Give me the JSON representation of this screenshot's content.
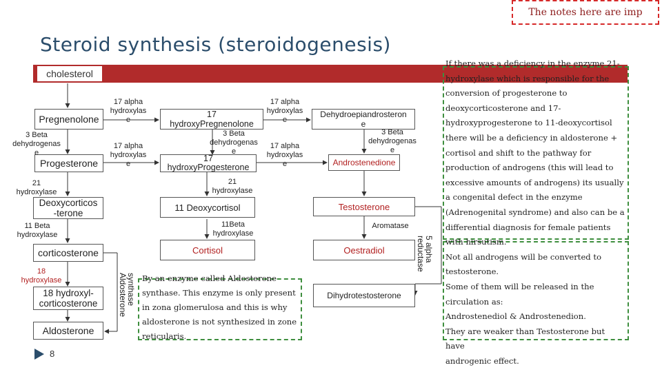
{
  "top_note": "The notes here are imp",
  "title": "Steroid synthesis (steroidogenesis)",
  "cholesterol": "cholesterol",
  "nodes": {
    "pregnenolone": "Pregnenolone",
    "progesterone": "Progesterone",
    "deoxycorticosterone_line1": "Deoxycorticos",
    "deoxycorticosterone_line2": "-terone",
    "corticosterone": "corticosterone",
    "hydroxycorticosterone_line1": "18 hydroxyl-",
    "hydroxycorticosterone_line2": "corticosterone",
    "aldosterone": "Aldosterone",
    "hydroxypregnenolone_line1": "17",
    "hydroxypregnenolone_line2": "hydroxyPregnenolone",
    "hydroxyprogesterone_line1": "17",
    "hydroxyprogesterone_line2": "hydroxyProgesterone",
    "deoxycortisol": "11 Deoxycortisol",
    "cortisol": "Cortisol",
    "dhea_line1": "Dehydroepiandrosteron",
    "dhea_line2": "e",
    "androstenedione": "Androstenedione",
    "testosterone": "Testosterone",
    "oestradiol": "Oestradiol",
    "dihydrotestosterone": "Dihydrotestosterone"
  },
  "enzymes": {
    "alpha17_a_l1": "17 alpha",
    "alpha17_a_l2": "hydroxylas",
    "alpha17_a_l3": "e",
    "beta3_a_l1": "3 Beta",
    "beta3_a_l2": "dehydrogenas",
    "beta3_a_l3": "e",
    "alpha17_b_l1": "17 alpha",
    "alpha17_b_l2": "hydroxylas",
    "alpha17_b_l3": "e",
    "h21_a_l1": "21",
    "h21_a_l2": "hydroxylase",
    "beta11_a_l1": "11 Beta",
    "beta11_a_l2": "hydroxylase",
    "h18_l1": "18",
    "h18_l2": "hydroxylase",
    "aldo_synthase_l1": "Aldosterone",
    "aldo_synthase_l2": "synthase",
    "alpha17_c_l1": "17 alpha",
    "alpha17_c_l2": "hydroxylas",
    "alpha17_c_l3": "e",
    "beta3_b_l1": "3 Beta",
    "beta3_b_l2": "dehydrogenas",
    "beta3_b_l3": "e",
    "alpha17_d_l1": "17 alpha",
    "alpha17_d_l2": "hydroxylas",
    "alpha17_d_l3": "e",
    "h21_b_l1": "21",
    "h21_b_l2": "hydroxylase",
    "beta11_b_l1": "11Beta",
    "beta11_b_l2": "hydroxylase",
    "beta3_c_l1": "3 Beta",
    "beta3_c_l2": "dehydrogenas",
    "beta3_c_l3": "e",
    "aromatase": "Aromatase",
    "reductase_l1": "5 alpha",
    "reductase_l2": "reductase"
  },
  "aldosterone_note_lines": [
    "By an enzyme called Aldosterone",
    "synthase. This enzyme is only present",
    "in zona glomerulosa and this is why",
    "aldosterone is not synthesized in zone",
    "reticularis."
  ],
  "side_note_lines": [
    "If there was a deficiency in the enzyme 21-",
    "hydroxylase which is responsible for the",
    "conversion of progesterone to",
    "deoxycorticosterone and 17-",
    "hydroxyprogesterone to 11-deoxycortisol",
    "there will be a deficiency in aldosterone +",
    "cortisol and shift to the pathway for",
    "production of androgens (this will lead to",
    "excessive amounts of androgens) its usually",
    "a congenital defect in the enzyme",
    "(Adrenogenital syndrome) and also can be a",
    "differential diagnosis for female patients",
    "with hirsutism.",
    "Not all androgens will be converted to",
    "testosterone.",
    "Some of them will be released in the",
    "circulation as:",
    "Androstenediol & Androstenedion.",
    "They are weaker than Testosterone but have",
    "androgenic effect."
  ],
  "page_number": "8",
  "colors": {
    "banner": "#b12b2b",
    "title": "#2b4d6b",
    "red_text": "#b11f1f",
    "green_dash": "#3e8e3e",
    "note_dash": "#d62828"
  }
}
